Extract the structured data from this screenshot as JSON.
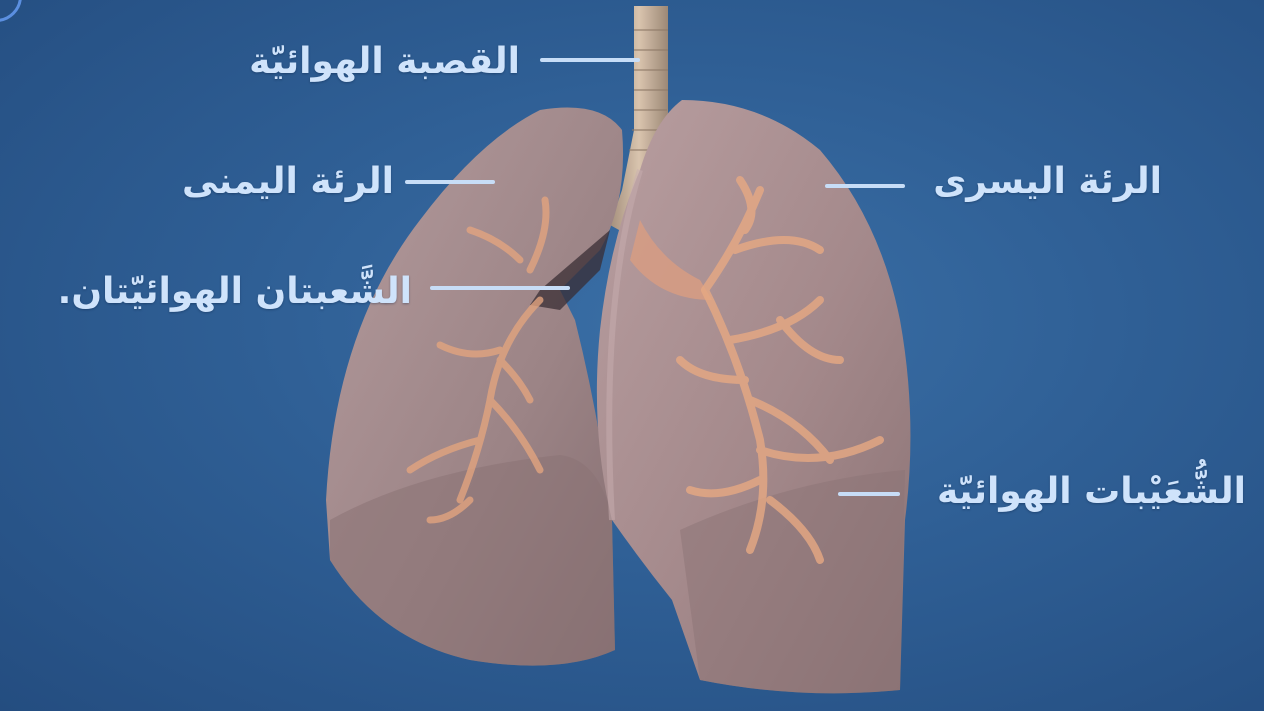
{
  "labels": {
    "trachea": "القصبة الهوائيّة",
    "right_lung": "الرئة اليمنى",
    "left_lung": "الرئة اليسرى",
    "bronchi": "الشَّعبتان الهوائيّتان.",
    "bronchioles": "الشُّعَيْبات الهوائيّة"
  },
  "colors": {
    "background": "#2f5f95",
    "label_text": "#cfe3fb",
    "lung_tissue": "#a78f91",
    "airway": "#e4a882"
  }
}
